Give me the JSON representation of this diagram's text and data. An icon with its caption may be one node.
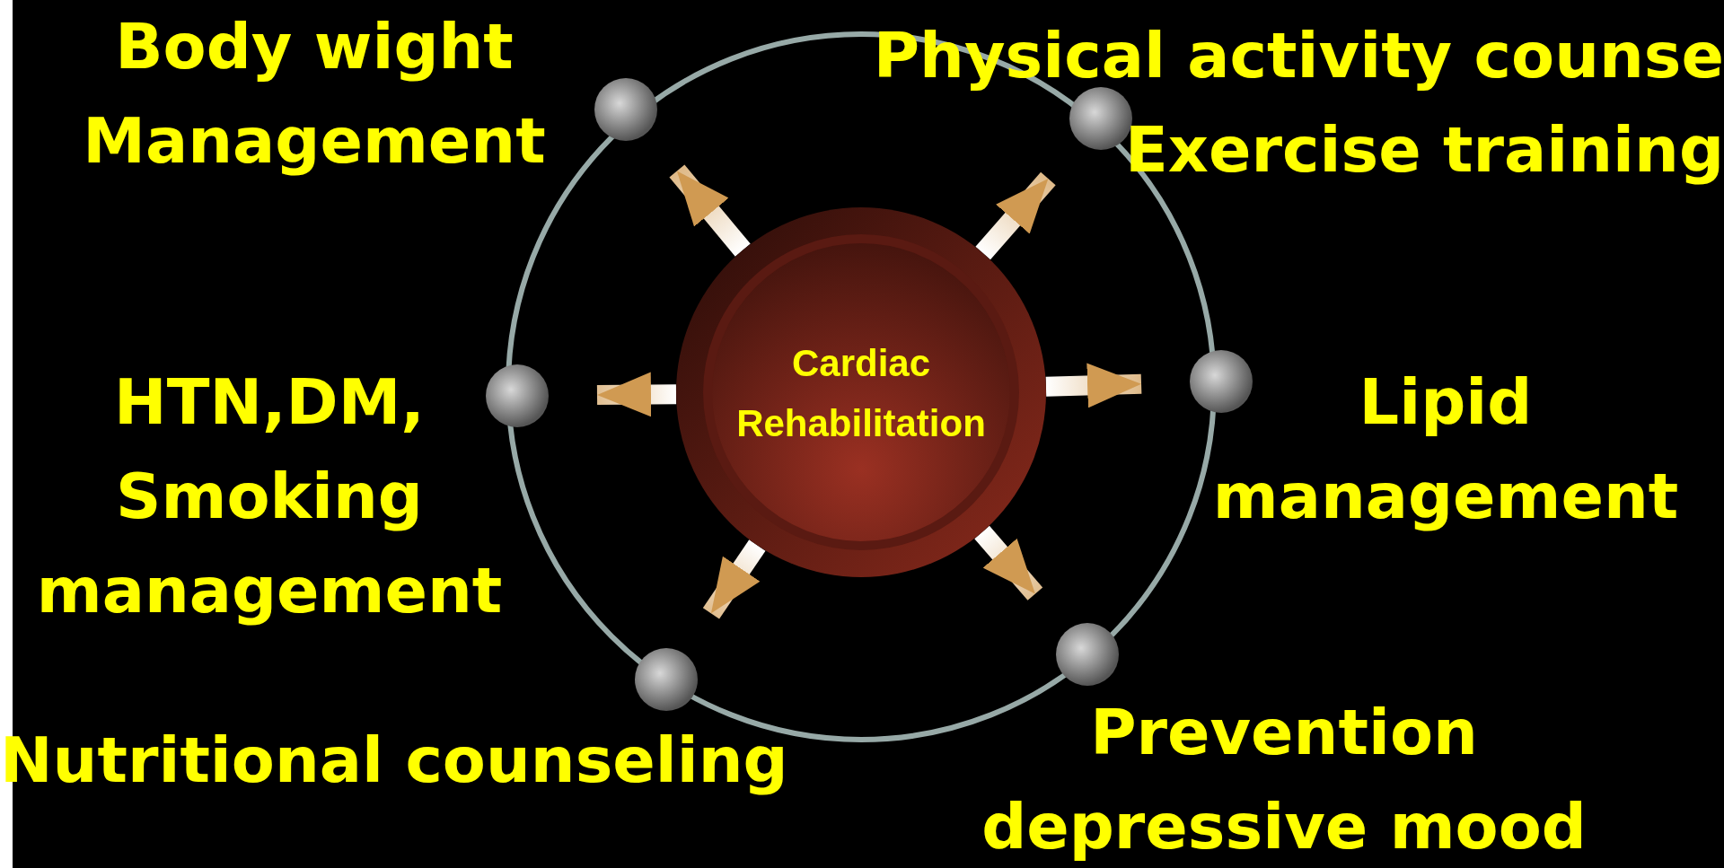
{
  "diagram": {
    "nodes": [
      {
        "text": [
          "Cardiac Rehabilitation"
        ]
      },
      {
        "text": [],
        "shape": "circle",
        "beside": [
          "Body wight Management"
        ]
      },
      {
        "text": [],
        "shape": "circle",
        "beside": [
          "Physical activity counse Exercise training"
        ]
      },
      {
        "text": [],
        "shape": "circle",
        "beside": [
          "HTN,DM, Smoking management"
        ]
      },
      {
        "text": [],
        "shape": "circle",
        "beside": [
          "Lipid management"
        ]
      },
      {
        "text": [],
        "shape": "circle",
        "beside": [
          "Nutritional counseling"
        ]
      },
      {
        "text": [],
        "shape": "circle",
        "beside": [
          "Prevention depressive mood"
        ]
      }
    ],
    "edges": [
      {
        "from": 0,
        "to": 1,
        "arrow": "to",
        "style": "thick"
      },
      {
        "from": 0,
        "to": 2,
        "arrow": "to",
        "style": "thick"
      },
      {
        "from": 0,
        "to": 3,
        "arrow": "to",
        "style": "thick"
      },
      {
        "from": 0,
        "to": 4,
        "arrow": "to",
        "style": "thick"
      },
      {
        "from": 0,
        "to": 5,
        "arrow": "to",
        "style": "thick"
      },
      {
        "from": 0,
        "to": 6,
        "arrow": "to",
        "style": "thick"
      }
    ]
  }
}
